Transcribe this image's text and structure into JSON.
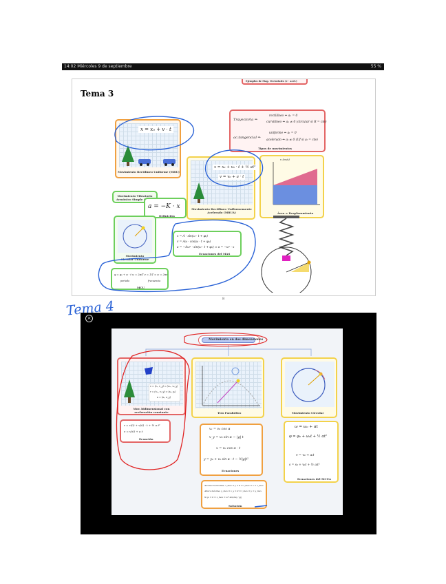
{
  "status_bar": {
    "time_date": "14:02  Miércoles 9 de septiembre",
    "battery": "55 %"
  },
  "page_top": {
    "heading": "Tema 3",
    "page_number": "8",
    "labels": {
      "mru": "Movimiento Rectilíneo Uniforme (MRU)",
      "mrua": "Movimiento Rectilíneo Uniformemente Acelerado (MRUA)",
      "mas": "Movimiento Vibratorio Armónico Simple (MAS)",
      "definicion": "Definición",
      "tipos": "Tipos de movimientos",
      "area": "Área = Desplazamiento",
      "circular": "Movimiento Circular Uniforme",
      "ecuaciones_mas": "Ecuaciones del MAS",
      "mcu": "MCU",
      "periodo": "período",
      "frecuencia": "frecuencia",
      "tipos_top": "Ejemplos de Mag. Vectoriales (v · acel.)"
    },
    "formulas": {
      "mru": "x = x₀ + v · t",
      "mrua1": "x = x₀ + v₀ · t + ½ at²",
      "mrua2": "v = v₀ + a · t",
      "mas_def": "a = −K · x",
      "mas1": "x = A · sin(ω · t + φ₀)",
      "mas2": "v = Aω · cos(ω · t + φ₀)",
      "mas3": "a = −Aω² · sin(ω · t + φ₀) ⇒ a = −ω² · x",
      "mcu": "φ = φ₀ + ω · t   ω = 2π/T   ν = 1/T ⇒ ω = 2πν",
      "tray1": "rectilíneo ⇔ aₙ = 0",
      "tray2": "curvilíneo ⇔ aₙ ≠ 0 (circular si R = cte)",
      "tray_lbl": "Trayectoria ⇒",
      "tang1": "uniforme ⇔ aₜ = 0",
      "tang2": "acelerado ⇔ aₜ ≠ 0 (Uf si aₜ = cte)",
      "tang_lbl": "ac.tangencial ⇒",
      "graph_axis": "v (m/s)"
    }
  },
  "handwritten_note": "Tema 4",
  "slide": {
    "title": "Movimiento en dos dimensiones",
    "labels": {
      "mov_bidim": "Mov. bidimensional con aceleración constante",
      "tiro": "Tiro Parabólico",
      "circular": "Movimiento Circular",
      "ecuacion": "Ecuación",
      "ecuaciones": "Ecuaciones",
      "solucion": "Solución",
      "ecuaciones_mcua": "Ecuaciones del MCUA"
    },
    "formulas": {
      "bidim1": "v = (vₓ, v_y) ⇒ (v₀ₓ, v₀_y)",
      "bidim2": "r = (r₀ₓ, r₀_y) ⇒ (x₀, y₀)",
      "bidim3": "a = (aₓ, a_y)",
      "ecu1": "r = r(0) + v(0) · t + ½ a t²",
      "ecu2": "v = v(0) + a t",
      "tiro1": "vₓ = v₀ cos α",
      "tiro2": "v_y = v₀ sin α − |g| t",
      "tiro3": "x = v₀ cos α · t",
      "tiro4": "y = y₀ + v₀ sin α · t − ½|g|t²",
      "sol1": "Alcance horizontal, x_max ⇒ y = 0 ⇒ t_max ⇒ x = x_max",
      "sol2": "Altura máxima, y_max ⇒ v_y = 0 ⇒ t_max ⇒ y = y_max",
      "sol3": "Si y₀ = 0 ⇒ x_max = v₀² sin(2α) / |g|",
      "circ1": "ω = ω₀ + αt",
      "circ2": "φ = φ₀ + ω₀t + ½ αt²",
      "circ3": "v = v₀ + aₜt",
      "circ4": "s = s₀ + v₀t + ½ aₜt²"
    }
  }
}
